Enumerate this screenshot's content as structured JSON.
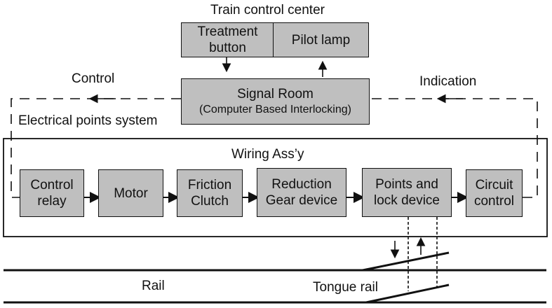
{
  "control_center": {
    "title": "Train control center",
    "treatment_button": [
      "Treatment",
      "button"
    ],
    "pilot_lamp": "Pilot lamp"
  },
  "signal_room": {
    "line1": "Signal Room",
    "line2": "(Computer Based Interlocking)"
  },
  "flows": {
    "control": "Control",
    "indication": "Indication"
  },
  "points_system": {
    "title": "Electrical points system",
    "wiring": "Wiring Ass’y",
    "components": [
      [
        "Control",
        "relay"
      ],
      [
        "Motor"
      ],
      [
        "Friction",
        "Clutch"
      ],
      [
        "Reduction",
        "Gear device"
      ],
      [
        "Points and",
        "lock device"
      ],
      [
        "Circuit",
        "control"
      ]
    ]
  },
  "track": {
    "rail": "Rail",
    "tongue_rail": "Tongue rail"
  }
}
